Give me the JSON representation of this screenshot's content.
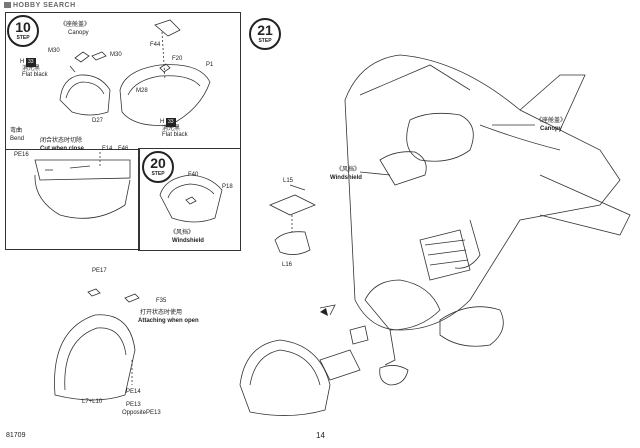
{
  "watermark": "HOBBY SEARCH",
  "catalog_no": "81709",
  "page_number": "14",
  "step_label": "STEP",
  "steps": {
    "s10": {
      "num": "10"
    },
    "s20": {
      "num": "20"
    },
    "s21": {
      "num": "21"
    }
  },
  "step10": {
    "canopy_cn": "《座舱盖》",
    "canopy_en": "Canopy",
    "m30a": "M30",
    "m30b": "M30",
    "h_code": "H",
    "paint_33": "33",
    "flat_black_cn": "消光黑",
    "flat_black_en": "Flat black",
    "f44": "F44",
    "f20": "F20",
    "p1": "P1",
    "m28": "M28",
    "d27": "D27",
    "bend_cn": "弯曲",
    "bend_en": "Bend",
    "cut_cn": "闭合状态时切除",
    "cut_en": "Cut when close",
    "pe16": "PE16",
    "f14": "F14",
    "f46": "F46"
  },
  "step20": {
    "f40": "F40",
    "p18": "P18",
    "windshield_cn": "《风挡》",
    "windshield_en": "Windshield"
  },
  "step21": {
    "l15": "L15",
    "l16": "L16",
    "windshield_cn": "《风挡》",
    "windshield_en": "Windshield",
    "canopy_cn": "《座舱盖》",
    "canopy_en": "Canopy"
  },
  "lower": {
    "pe17": "PE17",
    "f35": "F35",
    "attach_cn": "打开状态时使用",
    "attach_en": "Attaching when open",
    "l7l10": "L7+L10",
    "pe14": "PE14",
    "pe13": "PE13",
    "opposite": "OppositePE13"
  }
}
